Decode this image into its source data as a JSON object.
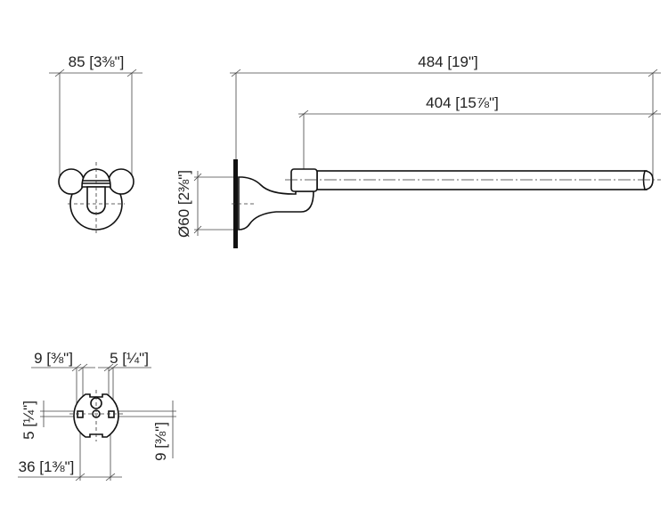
{
  "drawing": {
    "front_view": {
      "width_label": "85 [3⅜\"]"
    },
    "side_view": {
      "overall_length_label": "484 [19\"]",
      "bar_length_label": "404 [15⅞\"]",
      "plate_diameter_label": "Ø60 [2⅜\"]"
    },
    "mounting_detail": {
      "slot_offset_left_label": "9 [⅜\"]",
      "slot_width_label": "5 [¼\"]",
      "slot_height_label": "5 [¼\"]",
      "vertical_offset_label": "9 [⅜\"]",
      "hole_spacing_label": "36 [1⅜\"]"
    }
  }
}
